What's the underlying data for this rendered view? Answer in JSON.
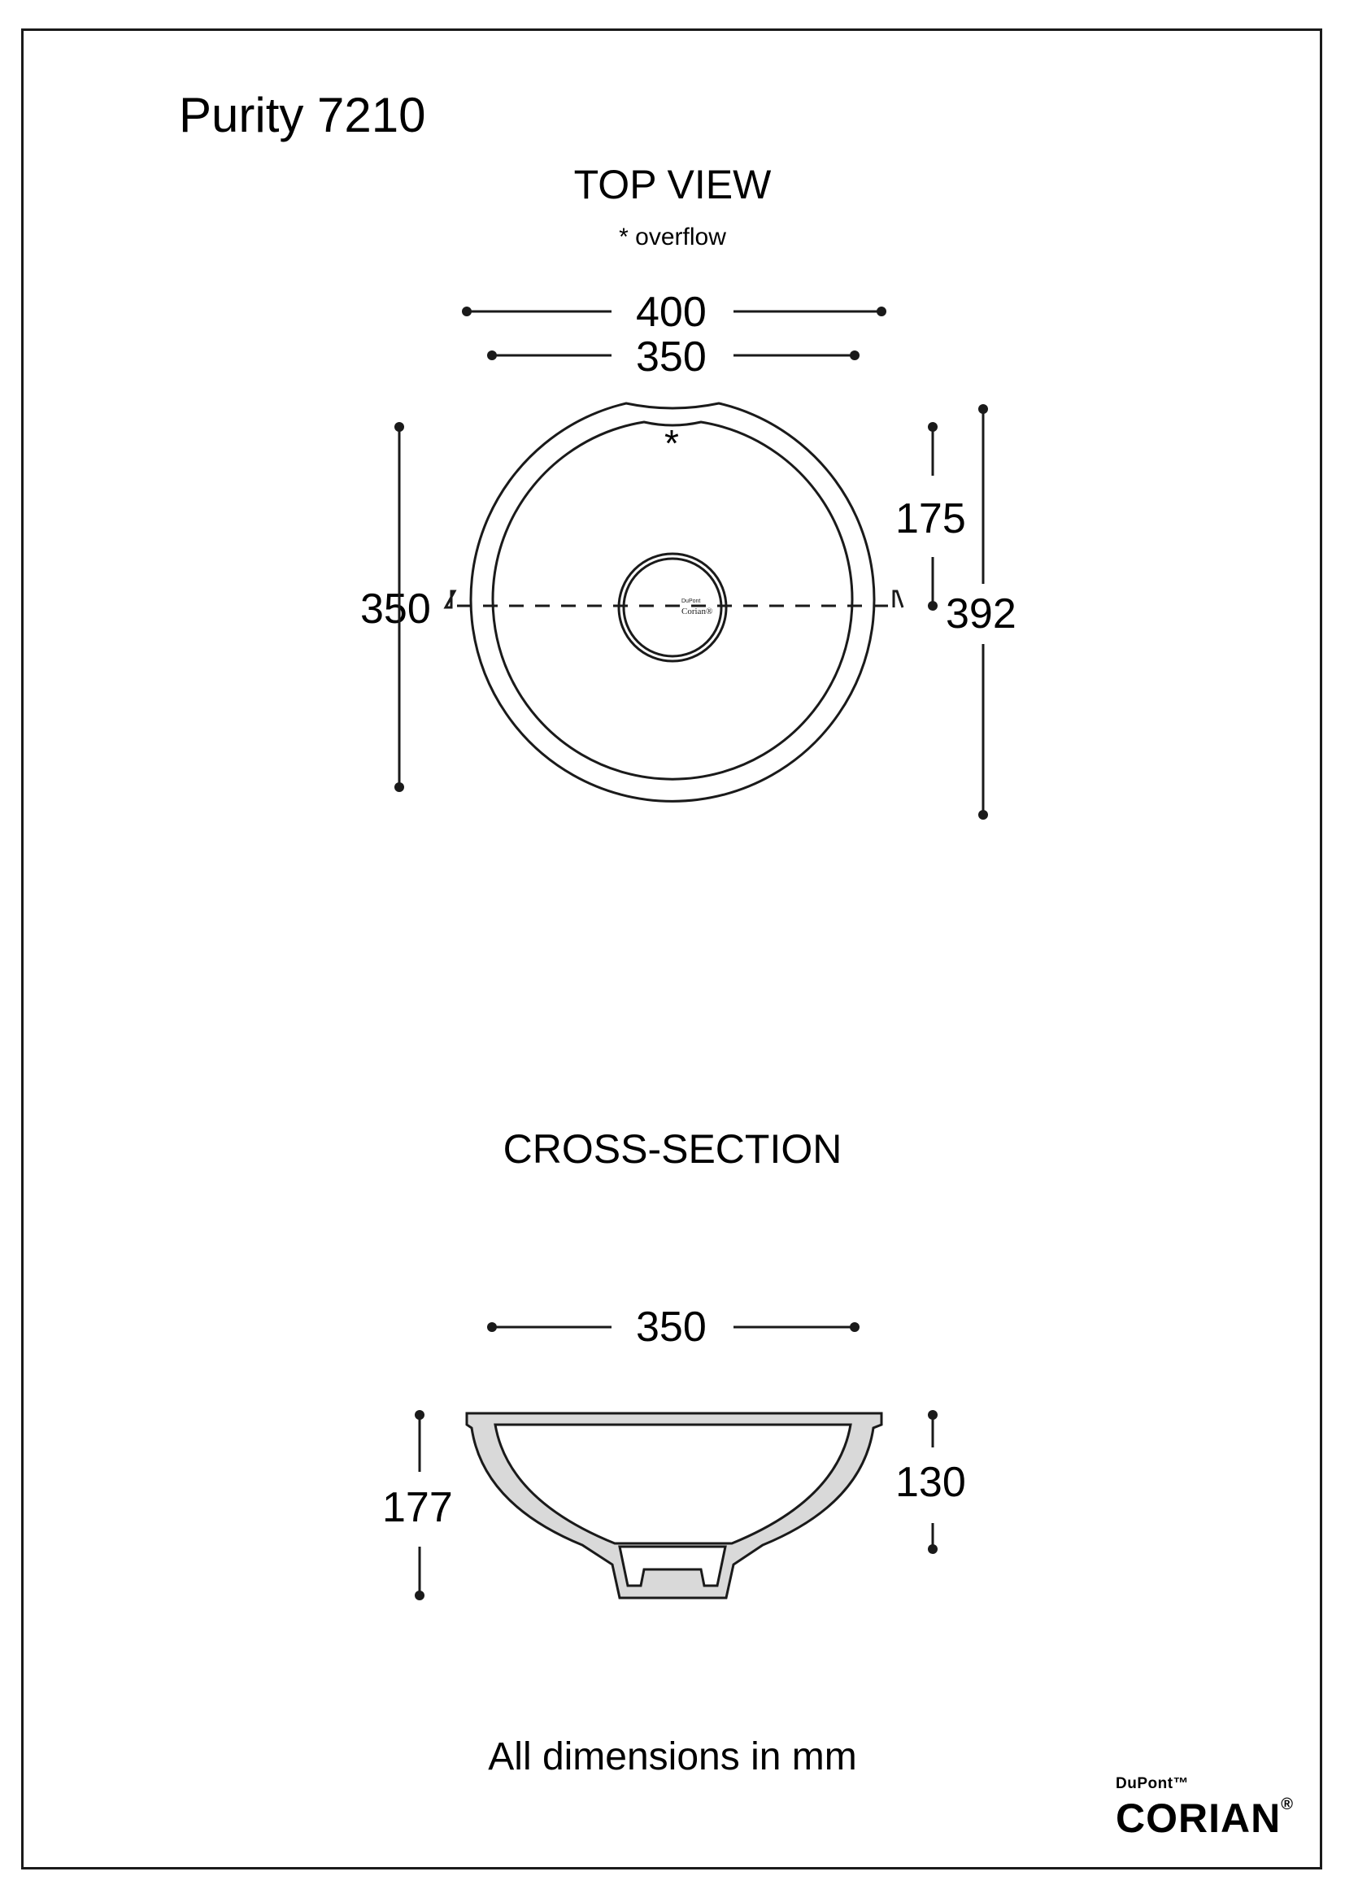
{
  "title": "Purity 7210",
  "top_view": {
    "heading": "TOP VIEW",
    "note": "* overflow",
    "overflow_mark": "*",
    "dim_outer_width": "400",
    "dim_inner_width": "350",
    "dim_left_height": "350",
    "dim_right_half": "175",
    "dim_right_total": "392",
    "drain_logo_top": "DuPont",
    "drain_logo_bottom": "Corian®"
  },
  "cross_section": {
    "heading": "CROSS-SECTION",
    "overflow_mark": "*",
    "dim_width": "350",
    "dim_total_height": "177",
    "dim_bowl_depth": "130"
  },
  "footer": "All dimensions in mm",
  "brand": {
    "top": "DuPont™",
    "name": "CORIAN",
    "mark": "®"
  }
}
